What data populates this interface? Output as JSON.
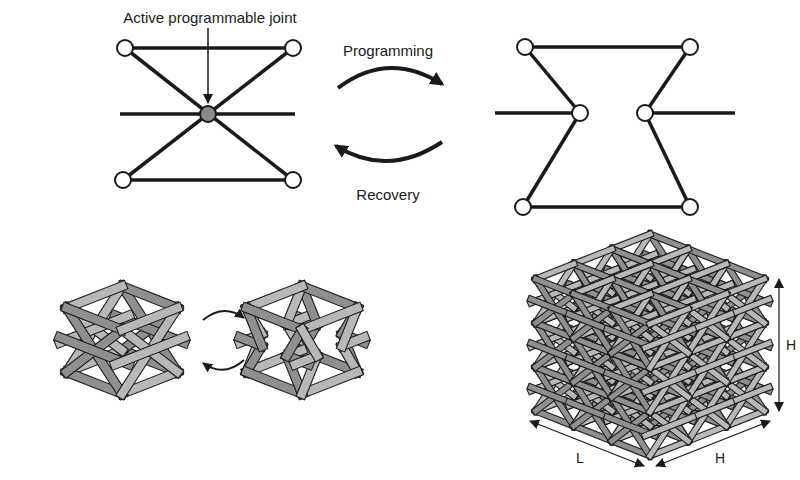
{
  "diagram": {
    "labels": [
      "Active programmable joint",
      "Programming",
      "Recovery",
      "H",
      "L",
      "H"
    ]
  }
}
